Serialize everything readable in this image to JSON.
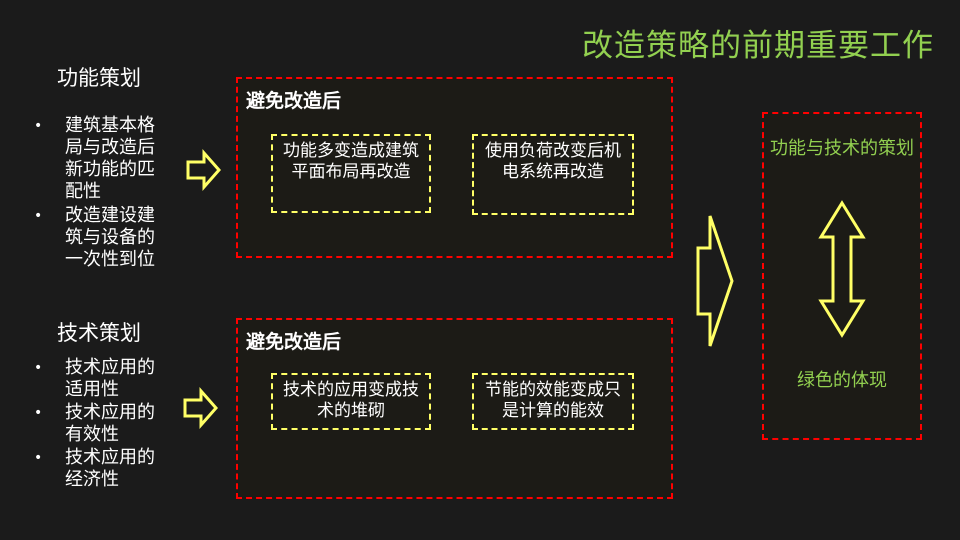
{
  "title": "改造策略的前期重要工作",
  "functional": {
    "heading": "功能策划",
    "bullets": [
      "建筑基本格局与改造后新功能的匹配性",
      "改造建设建筑与设备的一次性到位"
    ],
    "box_title": "避免改造后",
    "items": [
      "功能多变造成建筑平面布局再改造",
      "使用负荷改变后机电系统再改造"
    ]
  },
  "technical": {
    "heading": "技术策划",
    "bullets": [
      "技术应用的适用性",
      "技术应用的有效性",
      "技术应用的经济性"
    ],
    "box_title": "避免改造后",
    "items": [
      "技术的应用变成技术的堆砌",
      "节能的效能变成只是计算的能效"
    ]
  },
  "result": {
    "top": "功能与技术的策划",
    "bottom": "绿色的体现"
  },
  "colors": {
    "title": "#92d050",
    "dashed_red": "#ff0000",
    "dashed_yellow": "#ffff66",
    "arrow": "#ffff66",
    "background": "#1b1b1b"
  },
  "icons": [
    "right-arrow-icon",
    "big-right-arrow-icon",
    "double-arrow-icon"
  ]
}
